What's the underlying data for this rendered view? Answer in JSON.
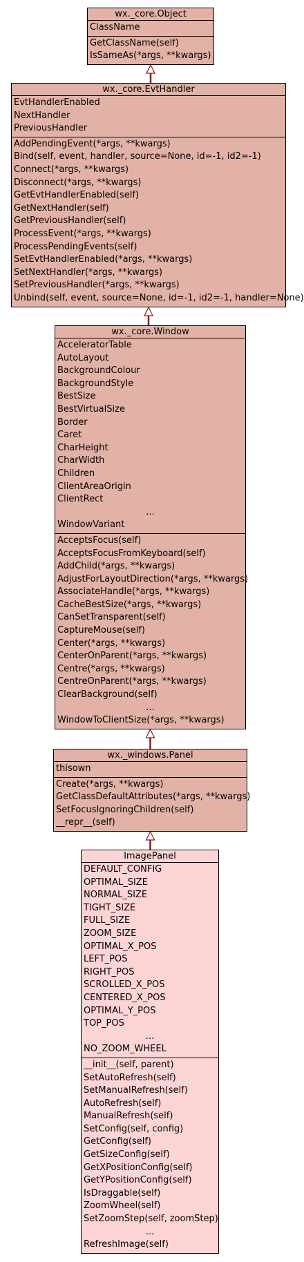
{
  "colors": {
    "base_fill": "#e2b2a6",
    "leaf_fill": "#fdd4d4",
    "edge": "#8b1a1a"
  },
  "classes": [
    {
      "name": "wx._core.Object",
      "attributes": [
        "ClassName"
      ],
      "methods": [
        "GetClassName(self)",
        "IsSameAs(*args, **kwargs)"
      ]
    },
    {
      "name": "wx._core.EvtHandler",
      "attributes": [
        "EvtHandlerEnabled",
        "NextHandler",
        "PreviousHandler"
      ],
      "methods": [
        "AddPendingEvent(*args, **kwargs)",
        "Bind(self, event, handler, source=None, id=-1, id2=-1)",
        "Connect(*args, **kwargs)",
        "Disconnect(*args, **kwargs)",
        "GetEvtHandlerEnabled(self)",
        "GetNextHandler(self)",
        "GetPreviousHandler(self)",
        "ProcessEvent(*args, **kwargs)",
        "ProcessPendingEvents(self)",
        "SetEvtHandlerEnabled(*args, **kwargs)",
        "SetNextHandler(*args, **kwargs)",
        "SetPreviousHandler(*args, **kwargs)",
        "Unbind(self, event, source=None, id=-1, id2=-1, handler=None)"
      ]
    },
    {
      "name": "wx._core.Window",
      "attributes": [
        "AcceleratorTable",
        "AutoLayout",
        "BackgroundColour",
        "BackgroundStyle",
        "BestSize",
        "BestVirtualSize",
        "Border",
        "Caret",
        "CharHeight",
        "CharWidth",
        "Children",
        "ClientAreaOrigin",
        "ClientRect",
        "...",
        "WindowVariant"
      ],
      "methods": [
        "AcceptsFocus(self)",
        "AcceptsFocusFromKeyboard(self)",
        "AddChild(*args, **kwargs)",
        "AdjustForLayoutDirection(*args, **kwargs)",
        "AssociateHandle(*args, **kwargs)",
        "CacheBestSize(*args, **kwargs)",
        "CanSetTransparent(self)",
        "CaptureMouse(self)",
        "Center(*args, **kwargs)",
        "CenterOnParent(*args, **kwargs)",
        "Centre(*args, **kwargs)",
        "CentreOnParent(*args, **kwargs)",
        "ClearBackground(self)",
        "...",
        "WindowToClientSize(*args, **kwargs)"
      ]
    },
    {
      "name": "wx._windows.Panel",
      "attributes": [
        "thisown"
      ],
      "methods": [
        "Create(*args, **kwargs)",
        "GetClassDefaultAttributes(*args, **kwargs)",
        "SetFocusIgnoringChildren(self)",
        "__repr__(self)"
      ]
    },
    {
      "name": "ImagePanel",
      "attributes": [
        "DEFAULT_CONFIG",
        "OPTIMAL_SIZE",
        "NORMAL_SIZE",
        "TIGHT_SIZE",
        "FULL_SIZE",
        "ZOOM_SIZE",
        "OPTIMAL_X_POS",
        "LEFT_POS",
        "RIGHT_POS",
        "SCROLLED_X_POS",
        "CENTERED_X_POS",
        "OPTIMAL_Y_POS",
        "TOP_POS",
        "...",
        "NO_ZOOM_WHEEL"
      ],
      "methods": [
        "__init__(self, parent)",
        "SetAutoRefresh(self)",
        "SetManualRefresh(self)",
        "AutoRefresh(self)",
        "ManualRefresh(self)",
        "SetConfig(self, config)",
        "GetConfig(self)",
        "GetSizeConfig(self)",
        "GetXPositionConfig(self)",
        "GetYPositionConfig(self)",
        "IsDraggable(self)",
        "ZoomWheel(self)",
        "SetZoomStep(self, zoomStep)",
        "...",
        "RefreshImage(self)"
      ]
    }
  ]
}
